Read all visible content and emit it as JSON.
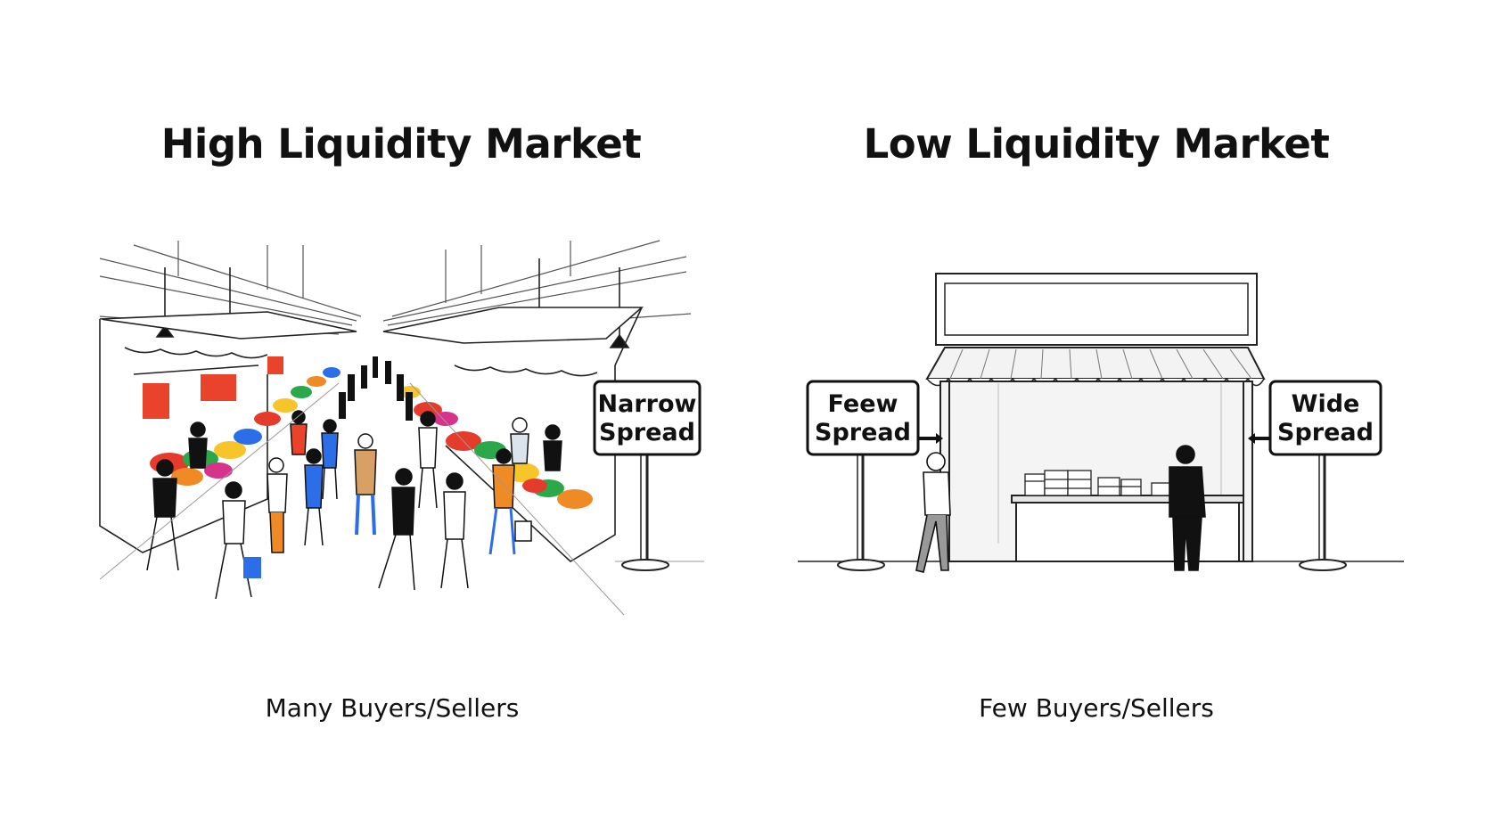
{
  "left_panel": {
    "title": "High Liquidity Market",
    "sign_line1": "Narrow",
    "sign_line2": "Spread",
    "caption": "Many Buyers/Sellers"
  },
  "right_panel": {
    "title": "Low Liquidity Market",
    "left_sign_line1": "Feew",
    "left_sign_line2": "Spread",
    "right_sign_line1": "Wide",
    "right_sign_line2": "Spread",
    "caption": "Few Buyers/Sellers"
  }
}
